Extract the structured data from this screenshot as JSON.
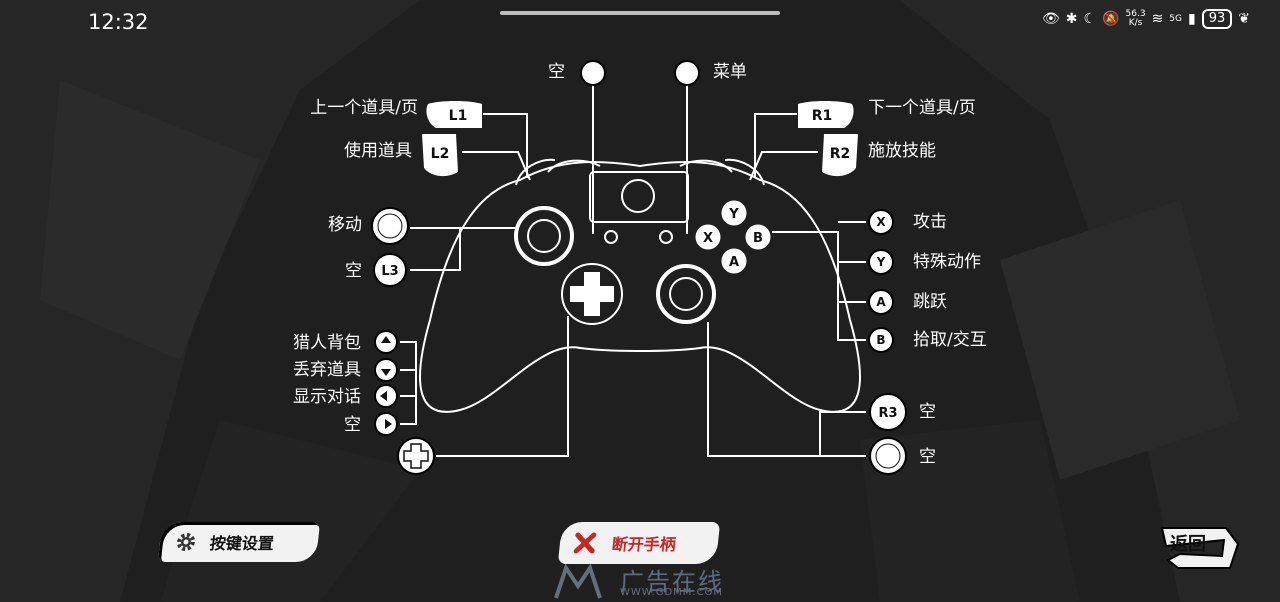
{
  "status_bar": {
    "time": "12:32",
    "net_speed_value": "56.3",
    "net_speed_unit": "K/s",
    "signal_label": "5G",
    "battery": "93"
  },
  "buttons_top": {
    "view": "空",
    "menu": "菜单"
  },
  "shoulders": {
    "l1_badge": "L1",
    "l1_label": "上一个道具/页",
    "l2_badge": "L2",
    "l2_label": "使用道具",
    "r1_badge": "R1",
    "r1_label": "下一个道具/页",
    "r2_badge": "R2",
    "r2_label": "施放技能"
  },
  "left_stick": {
    "move_label": "移动",
    "l3_badge": "L3",
    "l3_label": "空"
  },
  "face_buttons": {
    "x_badge": "X",
    "x_label": "攻击",
    "y_badge": "Y",
    "y_label": "特殊动作",
    "a_badge": "A",
    "a_label": "跳跃",
    "b_badge": "B",
    "b_label": "拾取/交互"
  },
  "dpad": {
    "up_label": "猎人背包",
    "down_label": "丢弃道具",
    "left_label": "显示对话",
    "right_label": "空"
  },
  "right_stick": {
    "r3_badge": "R3",
    "r3_label": "空",
    "move_label": "空"
  },
  "bottom": {
    "settings_label": "按键设置",
    "disconnect_label": "断开手柄",
    "back_label": "返回"
  },
  "watermark": {
    "name": "广告在线",
    "url": "WWW.GDMM.COM"
  },
  "colors": {
    "background": "#1f1f1f",
    "accent_red": "#c62828",
    "line": "#ffffff"
  }
}
